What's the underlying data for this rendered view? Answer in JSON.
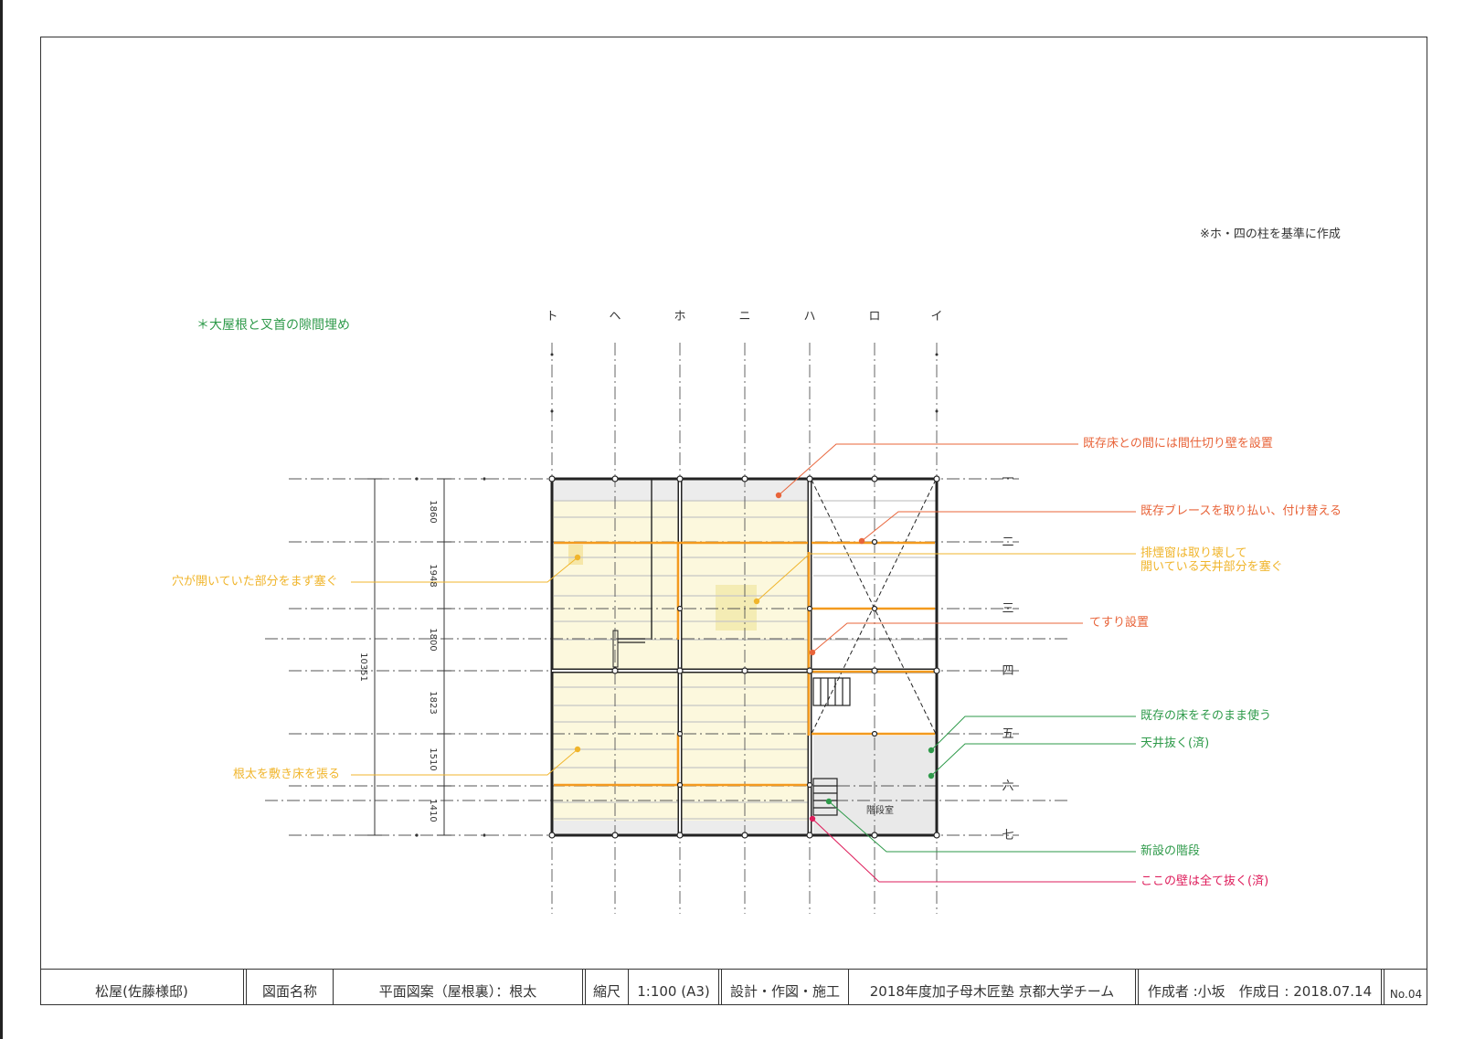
{
  "drawing": {
    "reference_note": "※ホ・四の柱を基準に作成",
    "section_note": "＊大屋根と叉首の隙間埋め",
    "column_labels": [
      "ト",
      "ヘ",
      "ホ",
      "ニ",
      "ハ",
      "ロ",
      "イ"
    ],
    "row_labels": [
      "一",
      "二",
      "三",
      "四",
      "五",
      "六",
      "七"
    ],
    "dimensions": [
      "1860",
      "1948",
      "1800",
      "1823",
      "1510",
      "1410"
    ],
    "total_dimension": "10351",
    "room_label": "階段室"
  },
  "annotations": {
    "partition_wall": "既存床との間には間仕切り壁を設置",
    "brace_replace": "既存ブレースを取り払い、付け替える",
    "smoke_opening_line1": "排煙窗は取り壊して",
    "smoke_opening_line2": "開いている天井部分を塞ぐ",
    "handrail": "てすり設置",
    "existing_floor": "既存の床をそのまま使う",
    "ceiling_removed": "天井抜く(済)",
    "new_stairs": "新設の階段",
    "wall_removed": "ここの壁は全て抜く(済)",
    "hole_cover": "穴が開いていた部分をまず塞ぐ",
    "joist_floor": "根太を敷き床を張る"
  },
  "colors": {
    "red_orange": "#e8643a",
    "yellow": "#f0b52c",
    "green": "#2e9a4a",
    "pink": "#de1d5b",
    "joist_orange": "#f39a1e",
    "floor_fill": "#fcf8dd"
  },
  "title_block": {
    "project": "松屋(佐藤様邸)",
    "drawing_name_label": "図面名称",
    "drawing_name": "平面図案（屋根裏）：根太",
    "scale_label": "縮尺",
    "scale": "1:100 (A3)",
    "design_label": "設計・作図・施工",
    "team": "2018年度加子母木匠塾 京都大学チーム",
    "author": "作成者 :小坂　作成日 : 2018.07.14",
    "sheet_no": "No.04"
  }
}
